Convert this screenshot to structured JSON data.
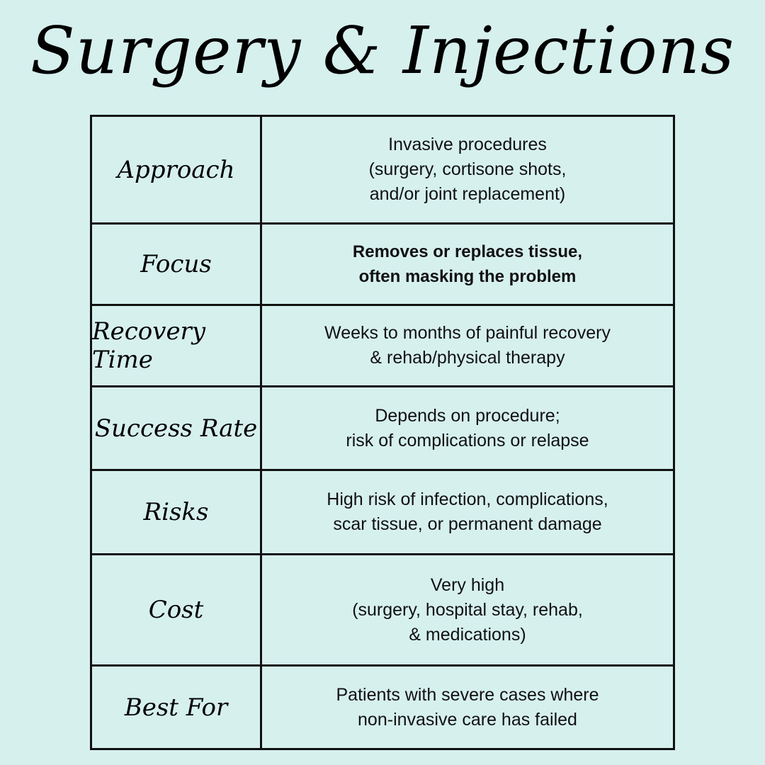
{
  "title": "Surgery & Injections",
  "rows": [
    {
      "label": "Approach",
      "value": "Invasive procedures\n(surgery, cortisone shots,\nand/or joint replacement)"
    },
    {
      "label": "Focus",
      "value": "Removes or replaces tissue,\noften masking the problem"
    },
    {
      "label": "Recovery Time",
      "value": "Weeks to months of painful recovery\n& rehab/physical therapy"
    },
    {
      "label": "Success Rate",
      "value": "Depends on procedure;\nrisk of complications or relapse"
    },
    {
      "label": "Risks",
      "value": "High risk of infection, complications,\nscar tissue, or permanent damage"
    },
    {
      "label": "Cost",
      "value": "Very high\n(surgery, hospital stay, rehab,\n& medications)"
    },
    {
      "label": "Best For",
      "value": "Patients with severe cases where\nnon-invasive care has failed"
    }
  ]
}
